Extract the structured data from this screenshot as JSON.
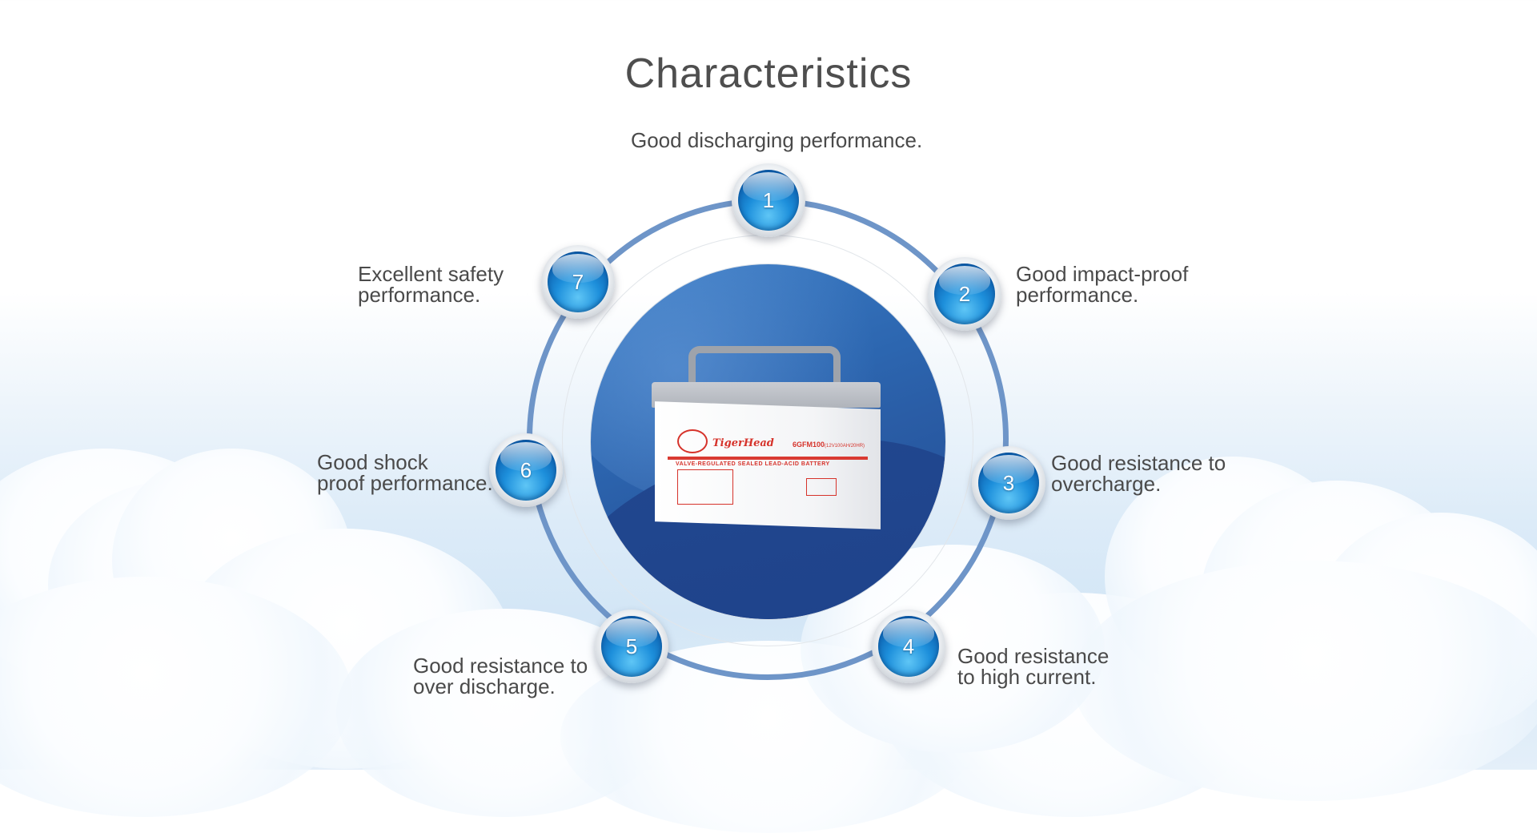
{
  "title": "Characteristics",
  "product": {
    "brand": "TigerHead",
    "model": "6GFM100",
    "model_detail": "(12V100AH/20HR)",
    "subtitle": "VALVE-REGULATED SEALED LEAD-ACID BATTERY"
  },
  "features": [
    {
      "number": "1",
      "text": "Good discharging performance."
    },
    {
      "number": "2",
      "text": "Good impact-proof\nperformance."
    },
    {
      "number": "3",
      "text": "Good resistance to\novercharge."
    },
    {
      "number": "4",
      "text": "Good resistance\nto high current."
    },
    {
      "number": "5",
      "text": "Good resistance to\nover discharge."
    },
    {
      "number": "6",
      "text": "Good shock\nproof performance."
    },
    {
      "number": "7",
      "text": "Excellent safety\nperformance."
    }
  ],
  "colors": {
    "ring": "#6e95c8",
    "disc": "#2c66b0",
    "bubble": "#1d8fdb",
    "text": "#4a4a4a"
  }
}
